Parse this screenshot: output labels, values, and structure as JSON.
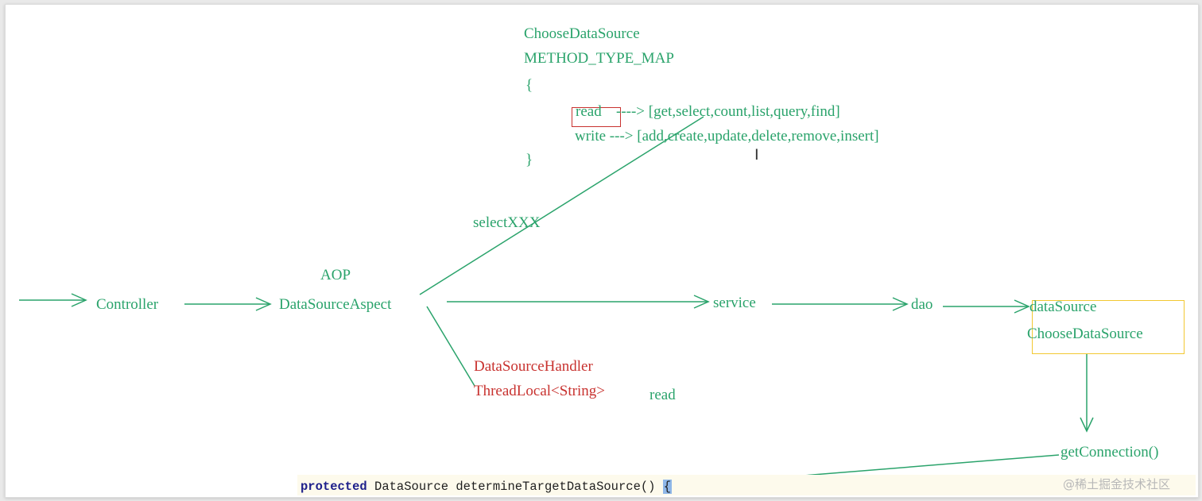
{
  "map_block": {
    "class_name": "ChooseDataSource",
    "map_name": "METHOD_TYPE_MAP",
    "open_brace": "{",
    "read_key": "read",
    "read_arrow": "----> [get,select,count,list,query,find]",
    "write_line": "write ---> [add,create,update,delete,remove,insert]",
    "close_brace": "}"
  },
  "flow": {
    "select_label": "selectXXX",
    "aop_label": "AOP",
    "controller": "Controller",
    "aspect": "DataSourceAspect",
    "service": "service",
    "dao": "dao",
    "datasource": "dataSource",
    "choose_datasource": "ChooseDataSource",
    "get_connection": "getConnection()"
  },
  "handler": {
    "name": "DataSourceHandler",
    "threadlocal": "ThreadLocal<String>",
    "value": "read"
  },
  "code": {
    "keyword": "protected",
    "signature": " DataSource determineTargetDataSource() ",
    "brace": "{"
  },
  "watermark": "@稀土掘金技术社区",
  "colors": {
    "flow_green": "#2aa36b",
    "handler_red": "#c8322f",
    "highlight_yellow": "#f2c832"
  }
}
